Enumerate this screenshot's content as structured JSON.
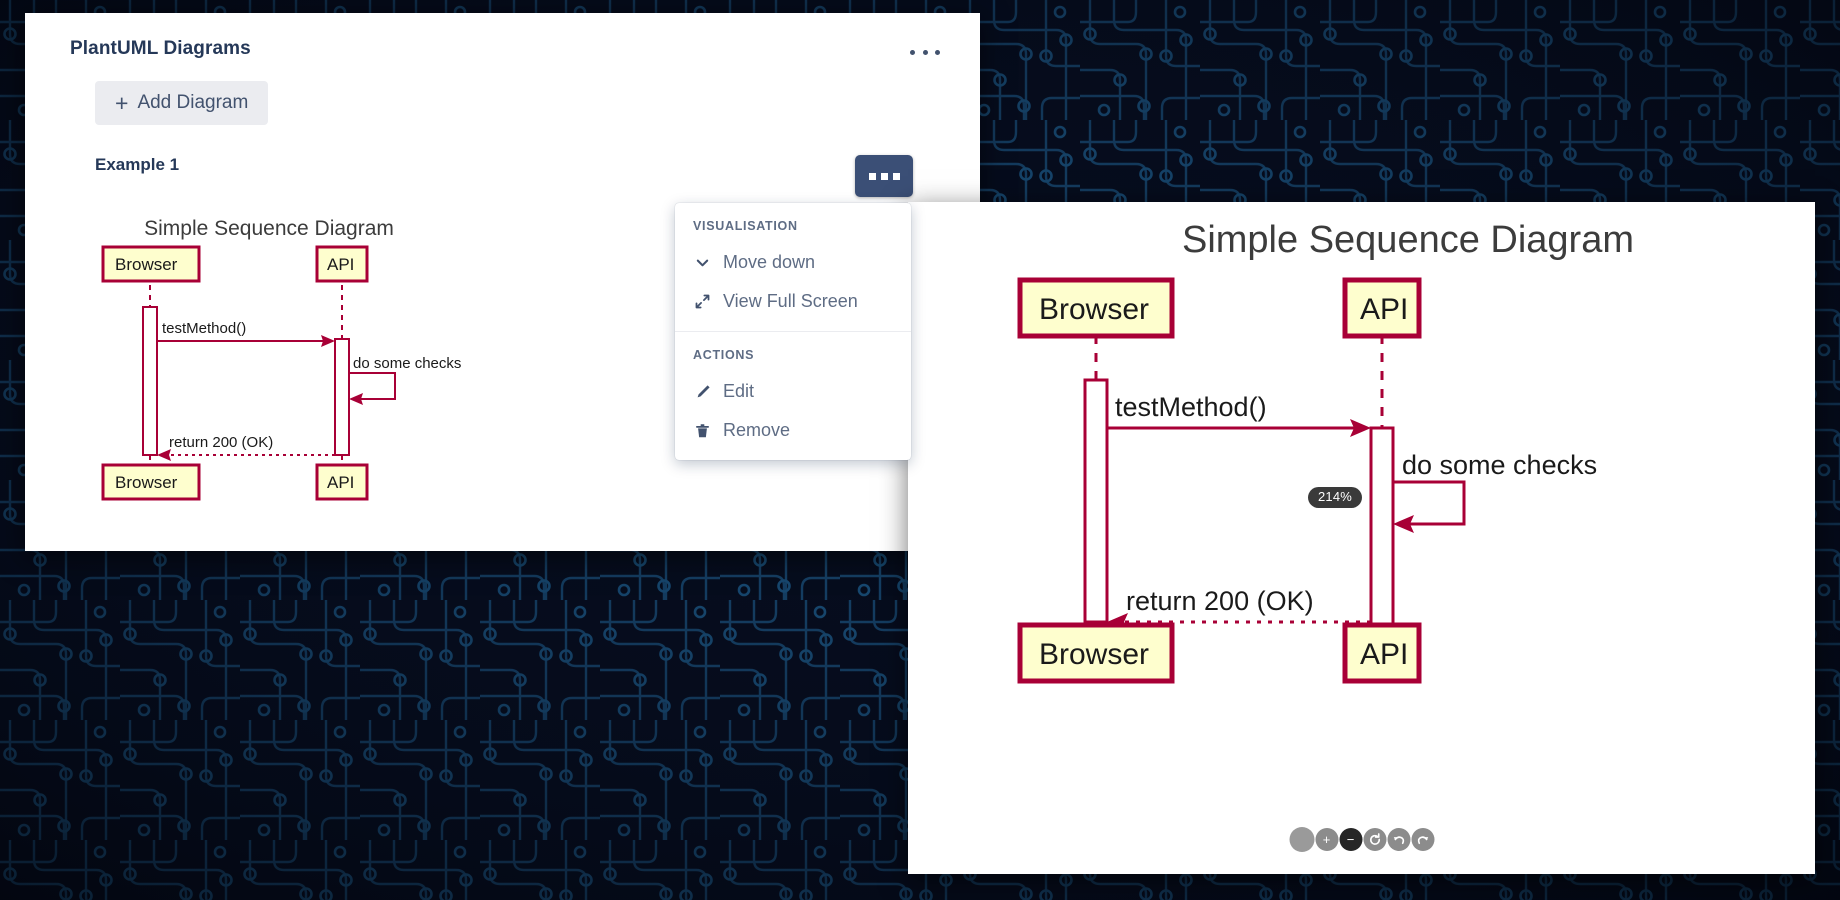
{
  "background": {
    "name": "circuit-board-wallpaper",
    "base_color": "#050a18",
    "trace_color": "#1d5e8c"
  },
  "left_panel": {
    "card_title": "PlantUML Diagrams",
    "overflow_menu_icon": "ellipsis-horizontal-icon",
    "add_diagram": {
      "plus": "+",
      "label": "Add Diagram"
    },
    "example_label": "Example 1",
    "active_menu_button_icon": "ellipsis-horizontal-icon"
  },
  "dropdown": {
    "sections": [
      {
        "heading": "VISUALISATION",
        "items": [
          {
            "label": "Move down",
            "icon": "chevron-down-icon"
          },
          {
            "label": "View Full Screen",
            "icon": "expand-arrows-icon"
          }
        ]
      },
      {
        "heading": "ACTIONS",
        "items": [
          {
            "label": "Edit",
            "icon": "pencil-icon"
          },
          {
            "label": "Remove",
            "icon": "trash-icon"
          }
        ]
      }
    ]
  },
  "diagram": {
    "title": "Simple Sequence Diagram",
    "participants": [
      "Browser",
      "API"
    ],
    "messages": [
      {
        "from": "Browser",
        "to": "API",
        "label": "testMethod()",
        "style": "solid"
      },
      {
        "from": "API",
        "to": "API",
        "label": "do some checks",
        "style": "self"
      },
      {
        "from": "API",
        "to": "Browser",
        "label": "return 200 (OK)",
        "style": "dotted"
      }
    ],
    "colors": {
      "box_fill": "#FEFECE",
      "box_stroke": "#A80036",
      "line": "#A80036",
      "title_text": "#3c3c3c"
    }
  },
  "right_panel": {
    "zoom_badge": "214%",
    "toolbar": [
      {
        "name": "fit-screen-button",
        "icon": "circle-blank-icon",
        "glyph": ""
      },
      {
        "name": "zoom-in-button",
        "icon": "plus-icon",
        "glyph": "+"
      },
      {
        "name": "zoom-out-button",
        "icon": "minus-icon",
        "glyph": "−"
      },
      {
        "name": "reset-button",
        "icon": "reset-circle-icon",
        "glyph": ""
      },
      {
        "name": "undo-button",
        "icon": "undo-arrow-icon",
        "glyph": ""
      },
      {
        "name": "redo-button",
        "icon": "redo-arrow-icon",
        "glyph": ""
      }
    ]
  }
}
